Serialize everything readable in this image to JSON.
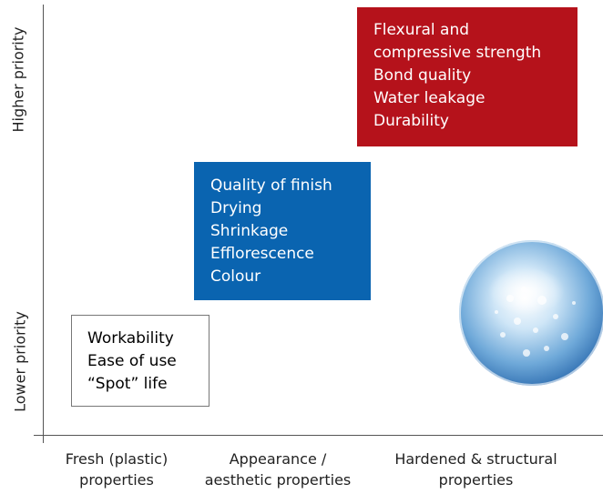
{
  "y_axis": {
    "high_label": "Higher priority",
    "low_label": "Lower priority"
  },
  "x_axis": {
    "fresh": [
      "Fresh (plastic)",
      "properties"
    ],
    "appearance": [
      "Appearance /",
      "aesthetic properties"
    ],
    "hardened": [
      "Hardened & structural",
      "properties"
    ]
  },
  "boxes": {
    "hardened": {
      "color": "#b5121b",
      "items": [
        "Flexural and",
        "compressive strength",
        "Bond quality",
        "Water leakage",
        "Durability"
      ]
    },
    "appearance": {
      "color": "#0a64b0",
      "items": [
        "Quality of finish",
        "Drying",
        "Shrinkage",
        "Efflorescence",
        "Colour"
      ]
    },
    "fresh": {
      "color": "#ffffff",
      "items": [
        "Workability",
        "Ease of use",
        "“Spot” life"
      ]
    }
  },
  "decoration": {
    "icon": "water-bubble-icon"
  }
}
